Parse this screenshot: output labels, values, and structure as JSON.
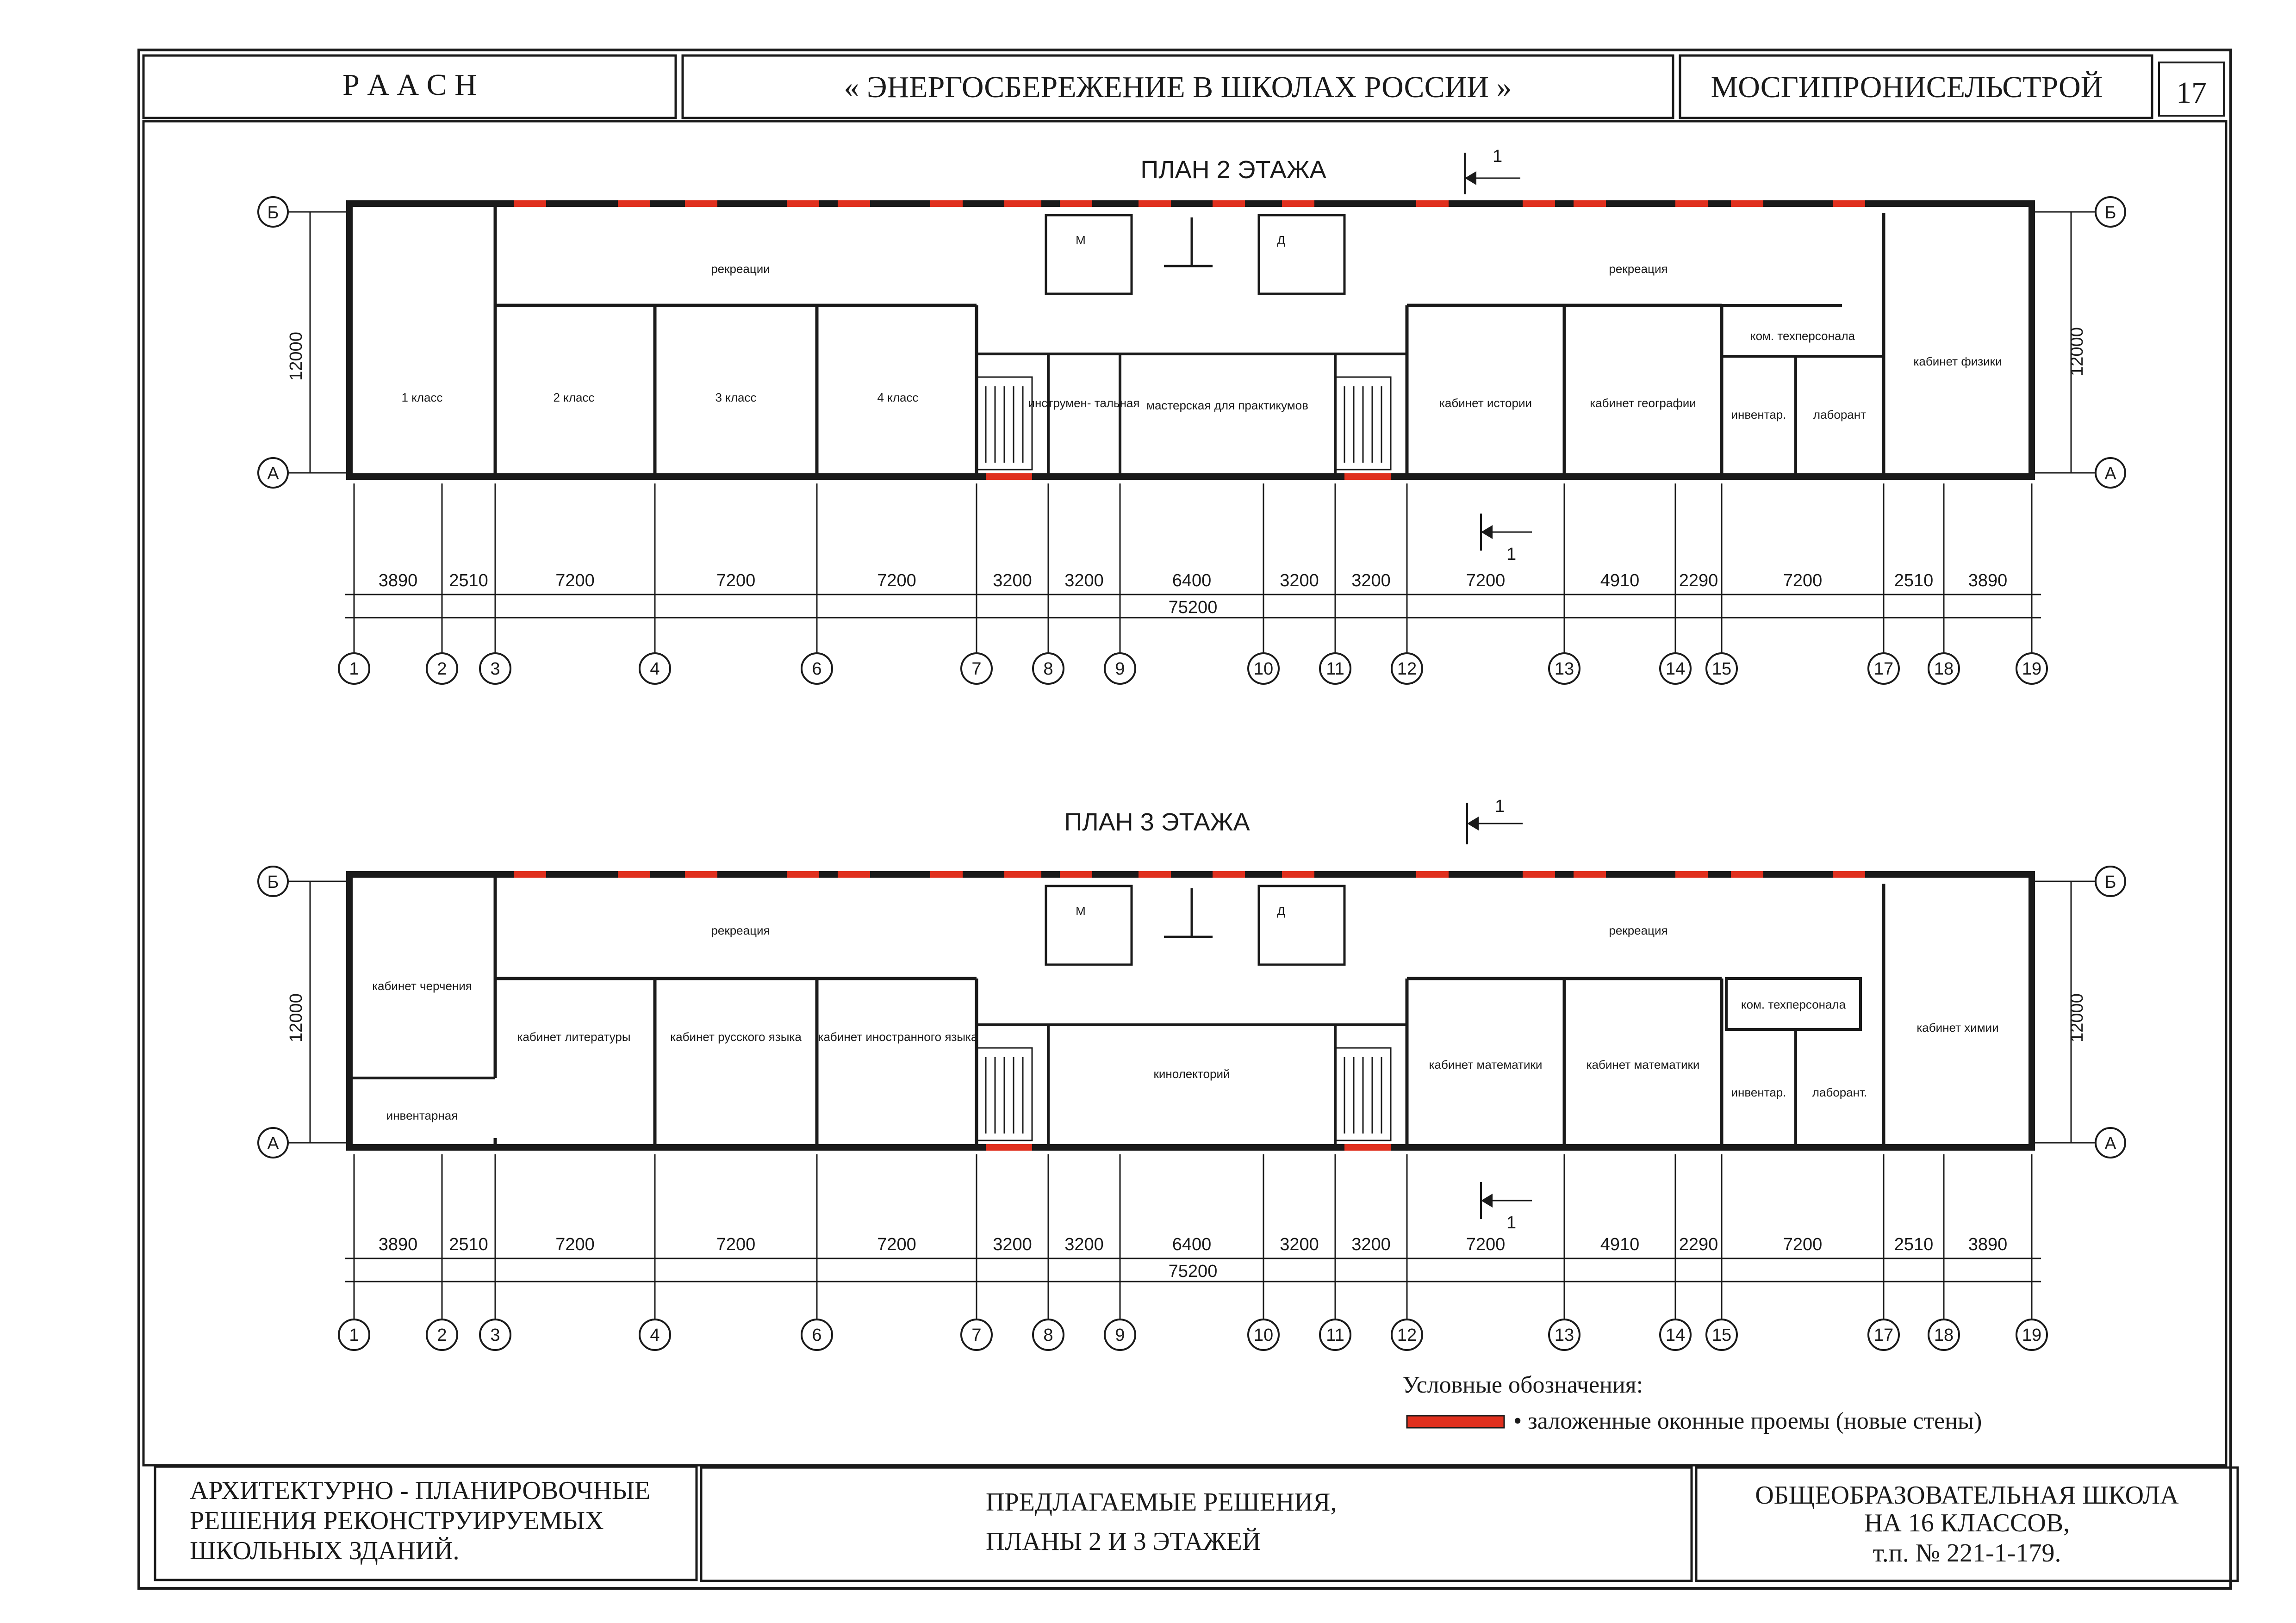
{
  "header": {
    "org": "Р А А С Н",
    "title": "« ЭНЕРГОСБЕРЕЖЕНИЕ В ШКОЛАХ РОССИИ »",
    "institute": "МОСГИПРОНИСЕЛЬСТРОЙ",
    "page_number": "17"
  },
  "accent_color": "#e0301e",
  "line_color": "#1a1a1a",
  "plans": [
    {
      "title": "ПЛАН   2   ЭТАЖА",
      "section_mark": "1",
      "axis_b": "Б",
      "axis_a": "А",
      "width_dim": "12000",
      "total": "75200",
      "spans": [
        "3890",
        "2510",
        "7200",
        "7200",
        "7200",
        "3200",
        "3200",
        "6400",
        "3200",
        "3200",
        "7200",
        "4910",
        "2290",
        "7200",
        "2510",
        "3890"
      ],
      "axes": [
        "1",
        "2",
        "3",
        "4",
        "6",
        "7",
        "8",
        "9",
        "10",
        "11",
        "12",
        "13",
        "14",
        "15",
        "17",
        "18",
        "19"
      ],
      "rooms": {
        "r1": "1   класс",
        "r2": "2   класс",
        "r3": "3   класс",
        "r4": "4   класс",
        "instr": "инструмен- тальная",
        "mast": "мастерская для практикумов",
        "east_a": "кабинет истории",
        "east_b": "кабинет географии",
        "tech": "ком. техперсонала",
        "inv": "инвентар.",
        "lab": "лаборант",
        "end_e": "кабинет физики",
        "rec_w": "рекреации",
        "rec_e": "рекреация",
        "wc_m": "М",
        "wc_d": "Д"
      }
    },
    {
      "title": "ПЛАН   3    ЭТАЖА",
      "section_mark": "1",
      "axis_b": "Б",
      "axis_a": "А",
      "width_dim": "12000",
      "total": "75200",
      "spans": [
        "3890",
        "2510",
        "7200",
        "7200",
        "7200",
        "3200",
        "3200",
        "6400",
        "3200",
        "3200",
        "7200",
        "4910",
        "2290",
        "7200",
        "2510",
        "3890"
      ],
      "axes": [
        "1",
        "2",
        "3",
        "4",
        "6",
        "7",
        "8",
        "9",
        "10",
        "11",
        "12",
        "13",
        "14",
        "15",
        "17",
        "18",
        "19"
      ],
      "rooms": {
        "end_w": "кабинет черчения",
        "inv_w": "инвентарная",
        "r2": "кабинет литературы",
        "r3": "кабинет русского языка",
        "r4": "кабинет иностранного языка",
        "kino": "кинолекторий",
        "east_a": "кабинет математики",
        "east_b": "кабинет математики",
        "tech": "ком. техперсонала",
        "inv": "инвентар.",
        "lab": "лаборант.",
        "end_e": "кабинет химии",
        "rec_w": "рекреация",
        "rec_e": "рекреация",
        "wc_m": "М",
        "wc_d": "Д"
      }
    }
  ],
  "legend": {
    "title": "Условные  обозначения:",
    "item": "• заложенные оконные проемы (новые стены)"
  },
  "footer": {
    "left_1": "АРХИТЕКТУРНО - ПЛАНИРОВОЧНЫЕ",
    "left_2": "РЕШЕНИЯ    РЕКОНСТРУИРУЕМЫХ",
    "left_3": "ШКОЛЬНЫХ ЗДАНИЙ.",
    "mid_1": "ПРЕДЛАГАЕМЫЕ РЕШЕНИЯ,",
    "mid_2": "ПЛАНЫ 2 И 3 ЭТАЖЕЙ",
    "right_1": "ОБЩЕОБРАЗОВАТЕЛЬНАЯ ШКОЛА",
    "right_2": "НА 16 КЛАССОВ,",
    "right_3": "т.п. № 221-1-179."
  }
}
